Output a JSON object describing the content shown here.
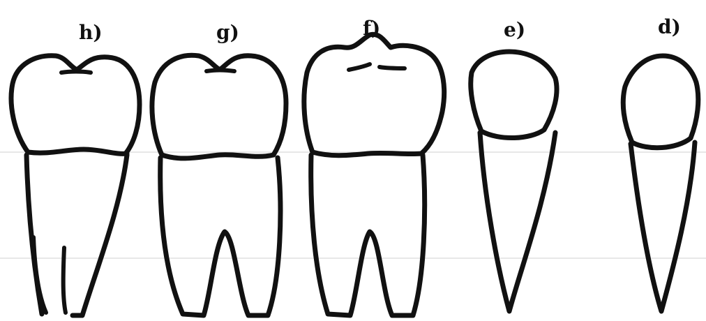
{
  "figure": {
    "colors": {
      "ink": "#111111",
      "background": "#ffffff"
    },
    "teeth": [
      {
        "id": "h",
        "label": "h)"
      },
      {
        "id": "g",
        "label": "g)"
      },
      {
        "id": "f",
        "label": "f)"
      },
      {
        "id": "e",
        "label": "e)"
      },
      {
        "id": "d",
        "label": "d)"
      }
    ]
  }
}
